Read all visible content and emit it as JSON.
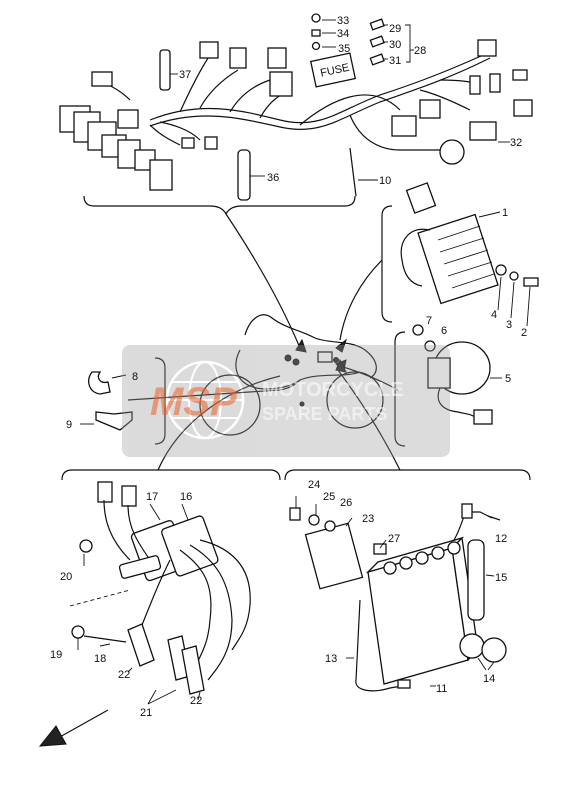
{
  "callouts": {
    "c1": "1",
    "c2": "2",
    "c3": "3",
    "c4": "4",
    "c5": "5",
    "c6": "6",
    "c7": "7",
    "c8": "8",
    "c9": "9",
    "c10": "10",
    "c11": "11",
    "c12": "12",
    "c13": "13",
    "c14": "14",
    "c15": "15",
    "c16": "16",
    "c17": "17",
    "c18": "18",
    "c19": "19",
    "c20": "20",
    "c21": "21",
    "c22a": "22",
    "c22b": "22",
    "c23": "23",
    "c24": "24",
    "c25": "25",
    "c26": "26",
    "c27": "27",
    "c28": "28",
    "c29": "29",
    "c30": "30",
    "c31": "31",
    "c32": "32",
    "c33": "33",
    "c34": "34",
    "c35": "35",
    "c36": "36",
    "c37": "37"
  },
  "fuse_label": "FUSE",
  "watermark": {
    "logo_text": "MSP",
    "line1": "MOTORCYCLE",
    "line2": "SPARE PARTS",
    "color": "#e8622a"
  }
}
